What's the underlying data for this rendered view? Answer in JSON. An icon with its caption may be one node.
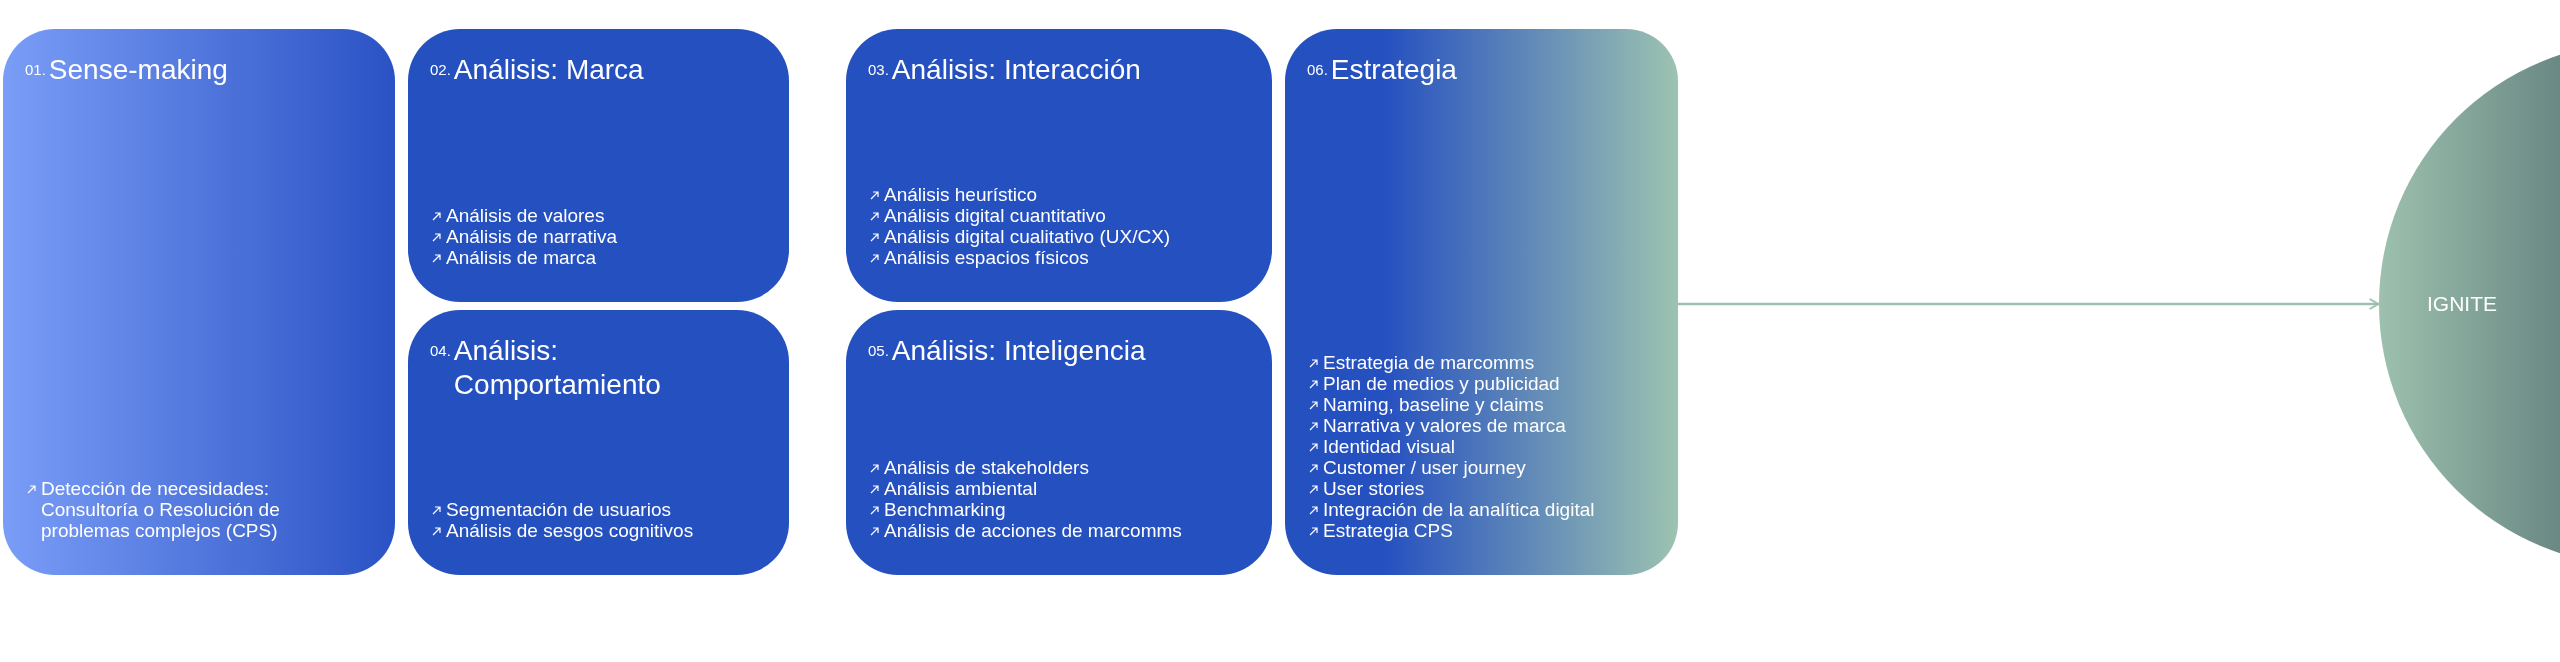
{
  "diagram": {
    "nodes": [
      {
        "text": [
          "01.",
          "Sense-making",
          "Detección de necesidades: Consultoría o Resolución de problemas complejos (CPS)"
        ]
      },
      {
        "text": [
          "02.",
          "Análisis: Marca",
          "Análisis de valores",
          "Análisis de narrativa",
          "Análisis de marca"
        ]
      },
      {
        "text": [
          "03.",
          "Análisis: Interacción",
          "Análisis heurístico",
          "Análisis digital cuantitativo",
          "Análisis digital cualitativo (UX/CX)",
          "Análisis espacios físicos"
        ]
      },
      {
        "text": [
          "04.",
          "Análisis: Comportamiento",
          "Segmentación de usuarios",
          "Análisis de sesgos cognitivos"
        ]
      },
      {
        "text": [
          "05.",
          "Análisis: Inteligencia",
          "Análisis de stakeholders",
          "Análisis ambiental",
          "Benchmarking",
          "Análisis de acciones de marcomms"
        ]
      },
      {
        "text": [
          "06.",
          "Estrategia",
          "Estrategia de marcomms",
          "Plan de medios y publicidad",
          "Naming, baseline y claims",
          "Narrativa y valores de marca",
          "Identidad visual",
          "Customer / user journey",
          "User stories",
          "Integración de la analítica digital",
          "Estrategia CPS"
        ]
      },
      {
        "text": [
          "IGNITE"
        ]
      }
    ],
    "edges": [
      {
        "from": 5,
        "to": 6,
        "arrow": "to"
      }
    ]
  }
}
